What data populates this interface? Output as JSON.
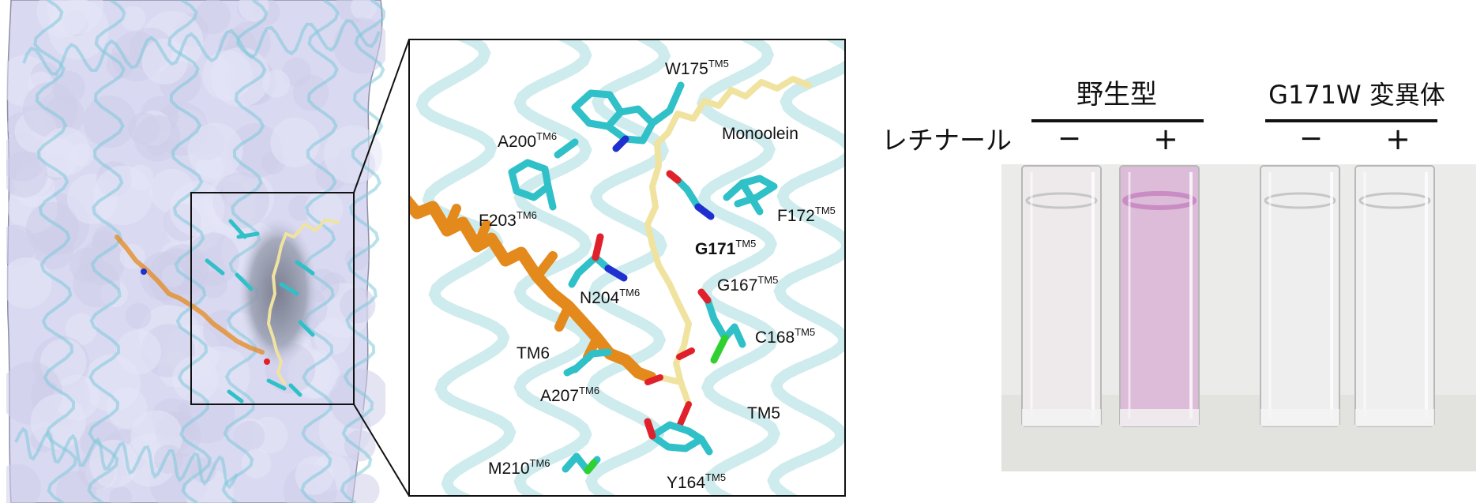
{
  "panel_b": {
    "residues": [
      {
        "name": "W175",
        "sup": "TM5",
        "bold": false
      },
      {
        "name": "A200",
        "sup": "TM6",
        "bold": false
      },
      {
        "name": "F203",
        "sup": "TM6",
        "bold": false
      },
      {
        "name": "F172",
        "sup": "TM5",
        "bold": false
      },
      {
        "name": "G171",
        "sup": "TM5",
        "bold": true
      },
      {
        "name": "N204",
        "sup": "TM6",
        "bold": false
      },
      {
        "name": "G167",
        "sup": "TM5",
        "bold": false
      },
      {
        "name": "C168",
        "sup": "TM5",
        "bold": false
      },
      {
        "name": "A207",
        "sup": "TM6",
        "bold": false
      },
      {
        "name": "M210",
        "sup": "TM6",
        "bold": false
      },
      {
        "name": "Y164",
        "sup": "TM5",
        "bold": false
      }
    ],
    "ligand_label": "Monoolein",
    "helix_tm6": "TM6",
    "helix_tm5": "TM5"
  },
  "panel_c": {
    "group_wt": "野生型",
    "group_mut": "G171W 変異体",
    "row_label": "レチナール",
    "minus": "−",
    "plus": "+",
    "cuvette_colors": [
      "#eeeaec",
      "#dcbcd8",
      "#eeeeee",
      "#efefef"
    ],
    "photo_bg": "#ebebe9"
  },
  "colors": {
    "retinal": "#e48a1c",
    "monoolein": "#f0e3a0",
    "carbon": "#2fc0c8",
    "oxygen": "#e0202a",
    "nitrogen": "#2030d0",
    "sulfur": "#30d030",
    "surface": "#d9d9f2",
    "helix": "#7fc9d8"
  }
}
